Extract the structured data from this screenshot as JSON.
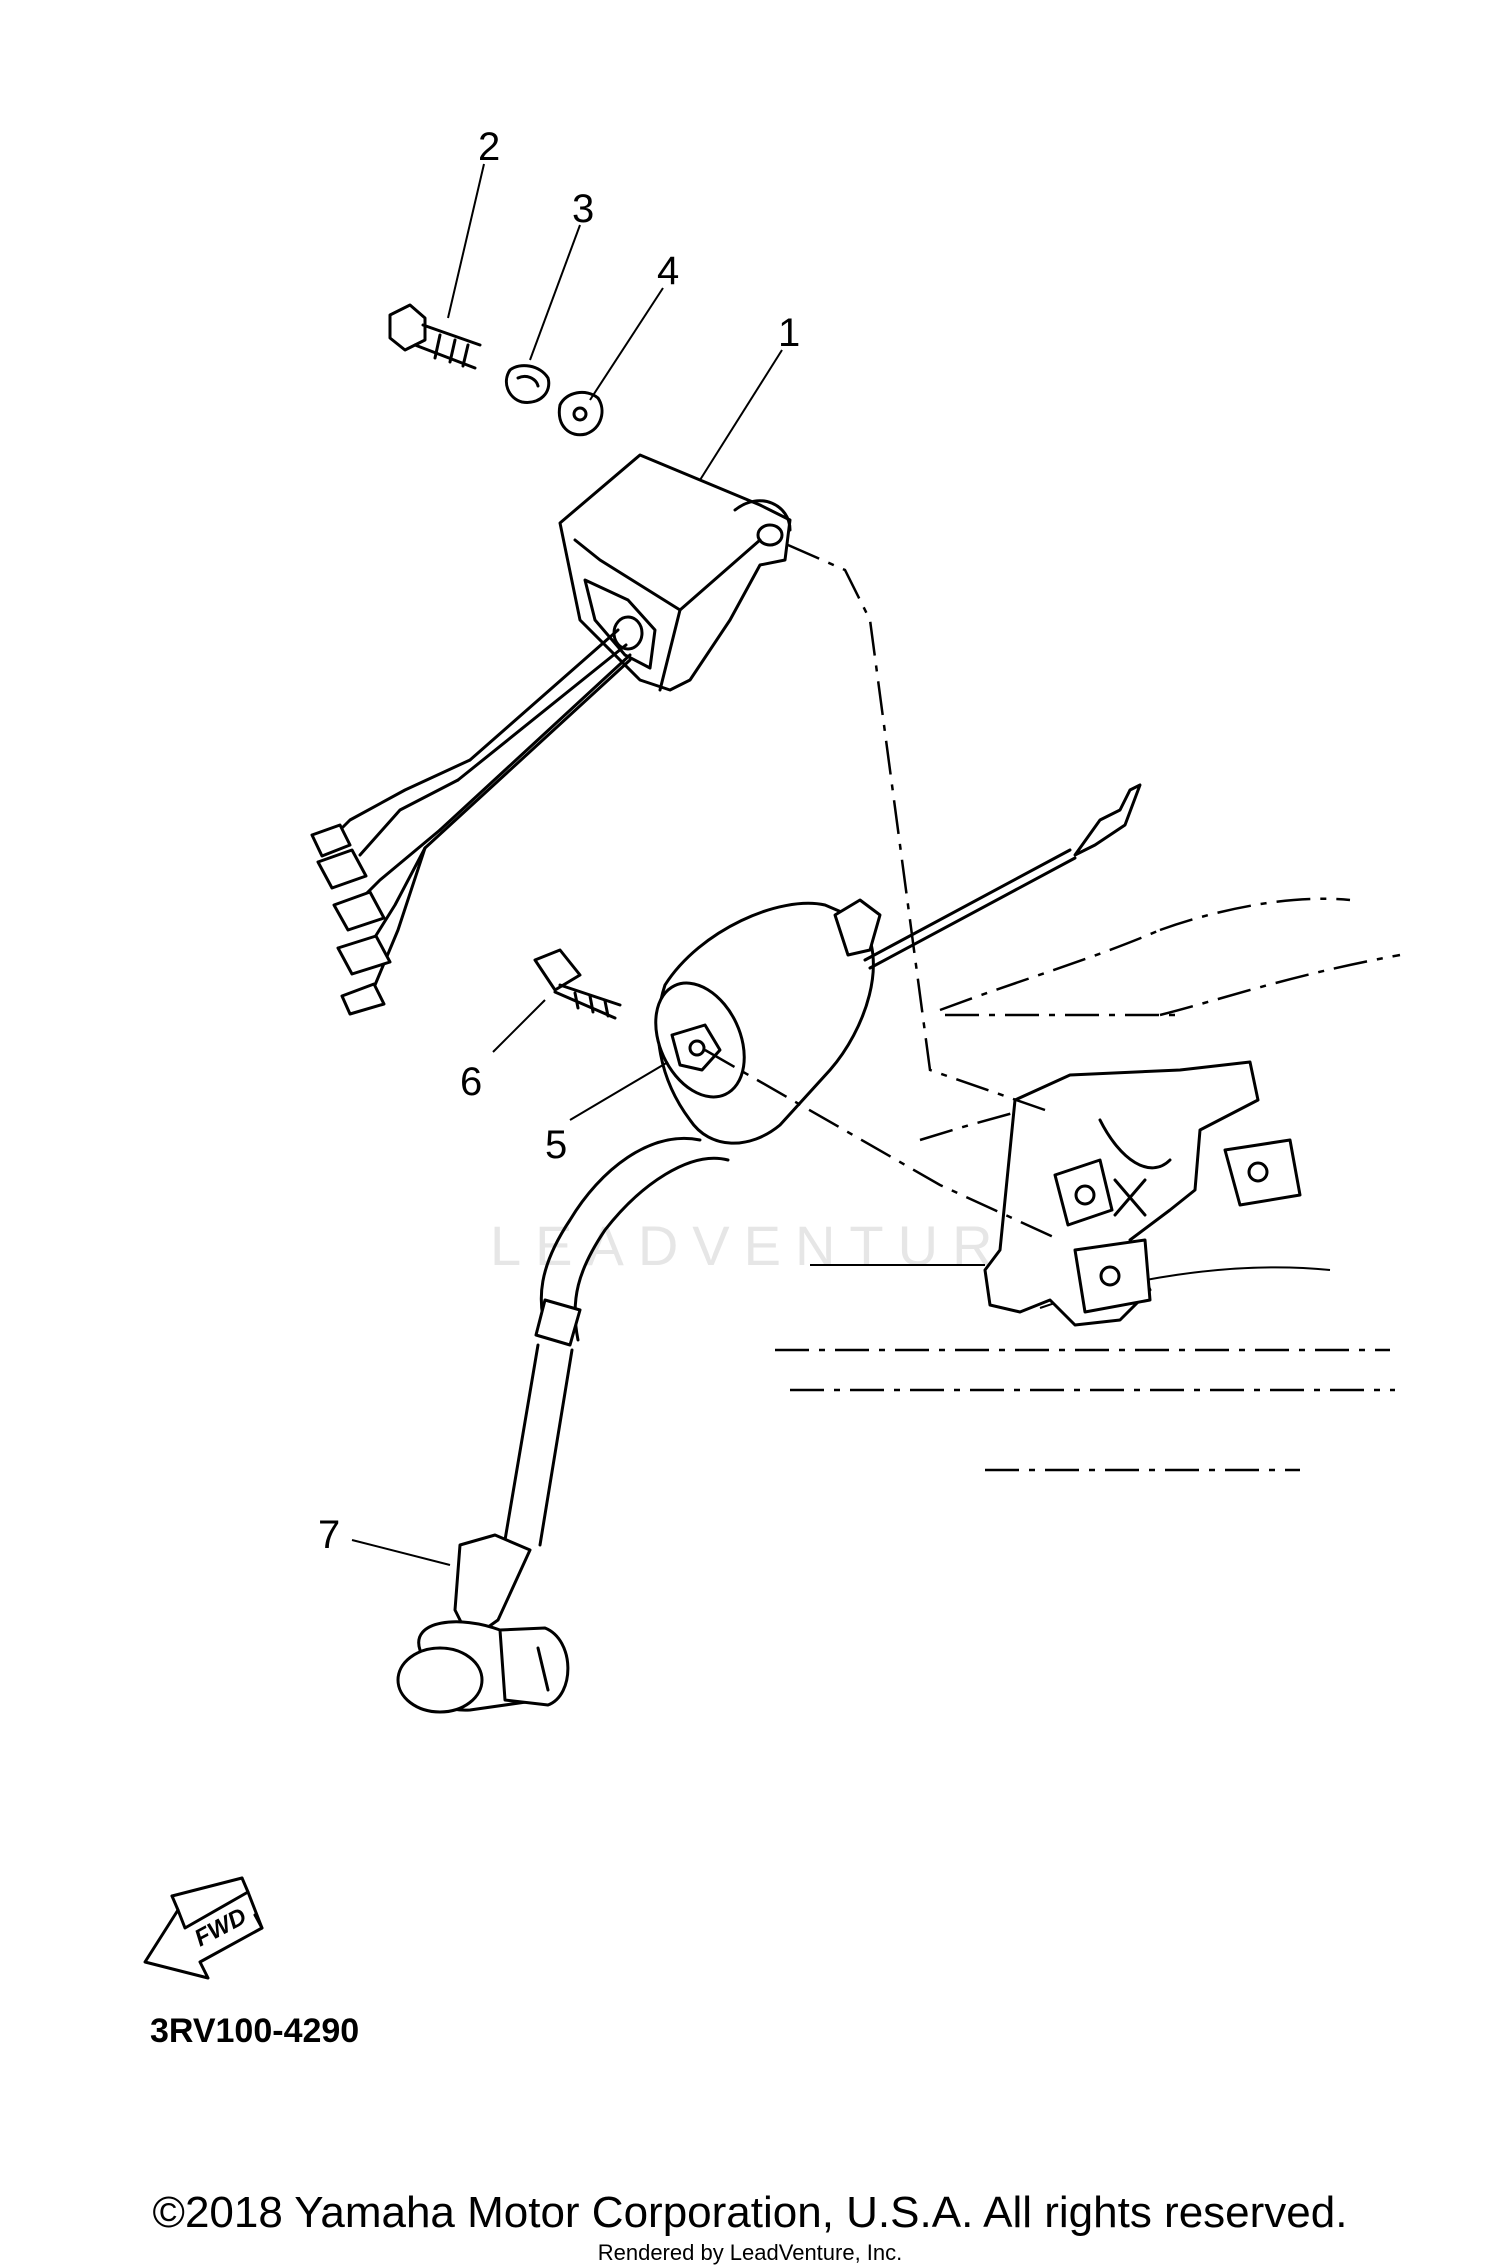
{
  "callouts": {
    "p1": "1",
    "p2": "2",
    "p3": "3",
    "p4": "4",
    "p5": "5",
    "p6": "6",
    "p7": "7"
  },
  "fwd_label": "FWD",
  "part_code": "3RV100-4290",
  "watermark": "LEADVENTURE",
  "copyright": "©2018 Yamaha Motor Corporation, U.S.A. All rights reserved.",
  "rendered_by": "Rendered by LeadVenture, Inc.",
  "icons": {
    "direction": "fwd-arrow-icon"
  }
}
